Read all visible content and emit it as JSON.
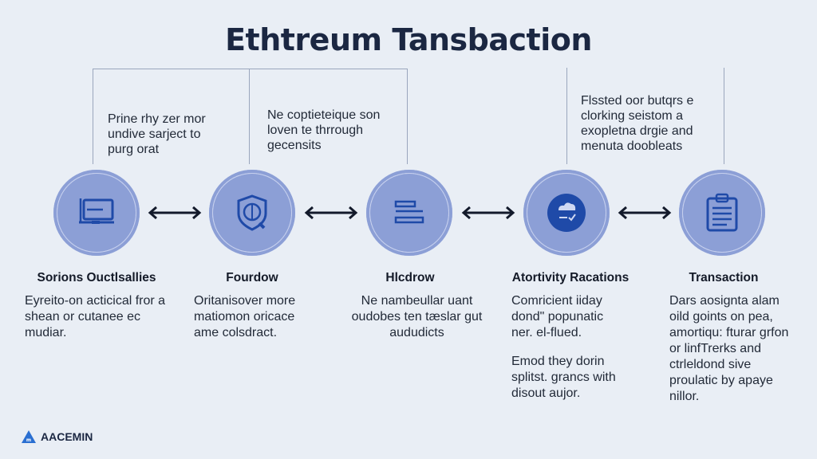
{
  "title": "Ethtreum Tansbaction",
  "notes": [
    "Prine rhy zer mor undive sarject to purg orat",
    "Ne coptieteique son loven te thrrough gecensits",
    "Flssted oor butqrs e clorking seistom a exopletna drgie and menuta doobleats"
  ],
  "steps": [
    {
      "title": "Sorions Ouctlsallies",
      "icon": "monitor-icon",
      "body": "Eyreito-on acticical fror a shean or cutanee ec mudiar."
    },
    {
      "title": "Fourdow",
      "icon": "shield-icon",
      "body": "Oritanisover more matiomon oricace ame colsdract."
    },
    {
      "title": "Hlcdrow",
      "icon": "layers-icon",
      "body": "Ne nambeullar uant oudobes ten tæslar gut aududicts"
    },
    {
      "title": "Atortivity Racations",
      "icon": "cloud-check-icon",
      "body": "Comricient iiday dond\" popunatic ner. el-flued.",
      "body2": "Emod they dorin splitst. grancs with disout aujor."
    },
    {
      "title": "Transaction",
      "icon": "clipboard-icon",
      "body": "Dars aosignta alam oild goints on pea, amortiqu: fturar grfon or linfTrerks and ctrleldond sive proulatic by apaye nillor."
    }
  ],
  "logo": {
    "text": "AACEMIN",
    "icon": "triangle-logo-icon"
  },
  "colors": {
    "circle": "#8c9fd6",
    "icon": "#1f4aa8",
    "background": "#e9eef5"
  }
}
